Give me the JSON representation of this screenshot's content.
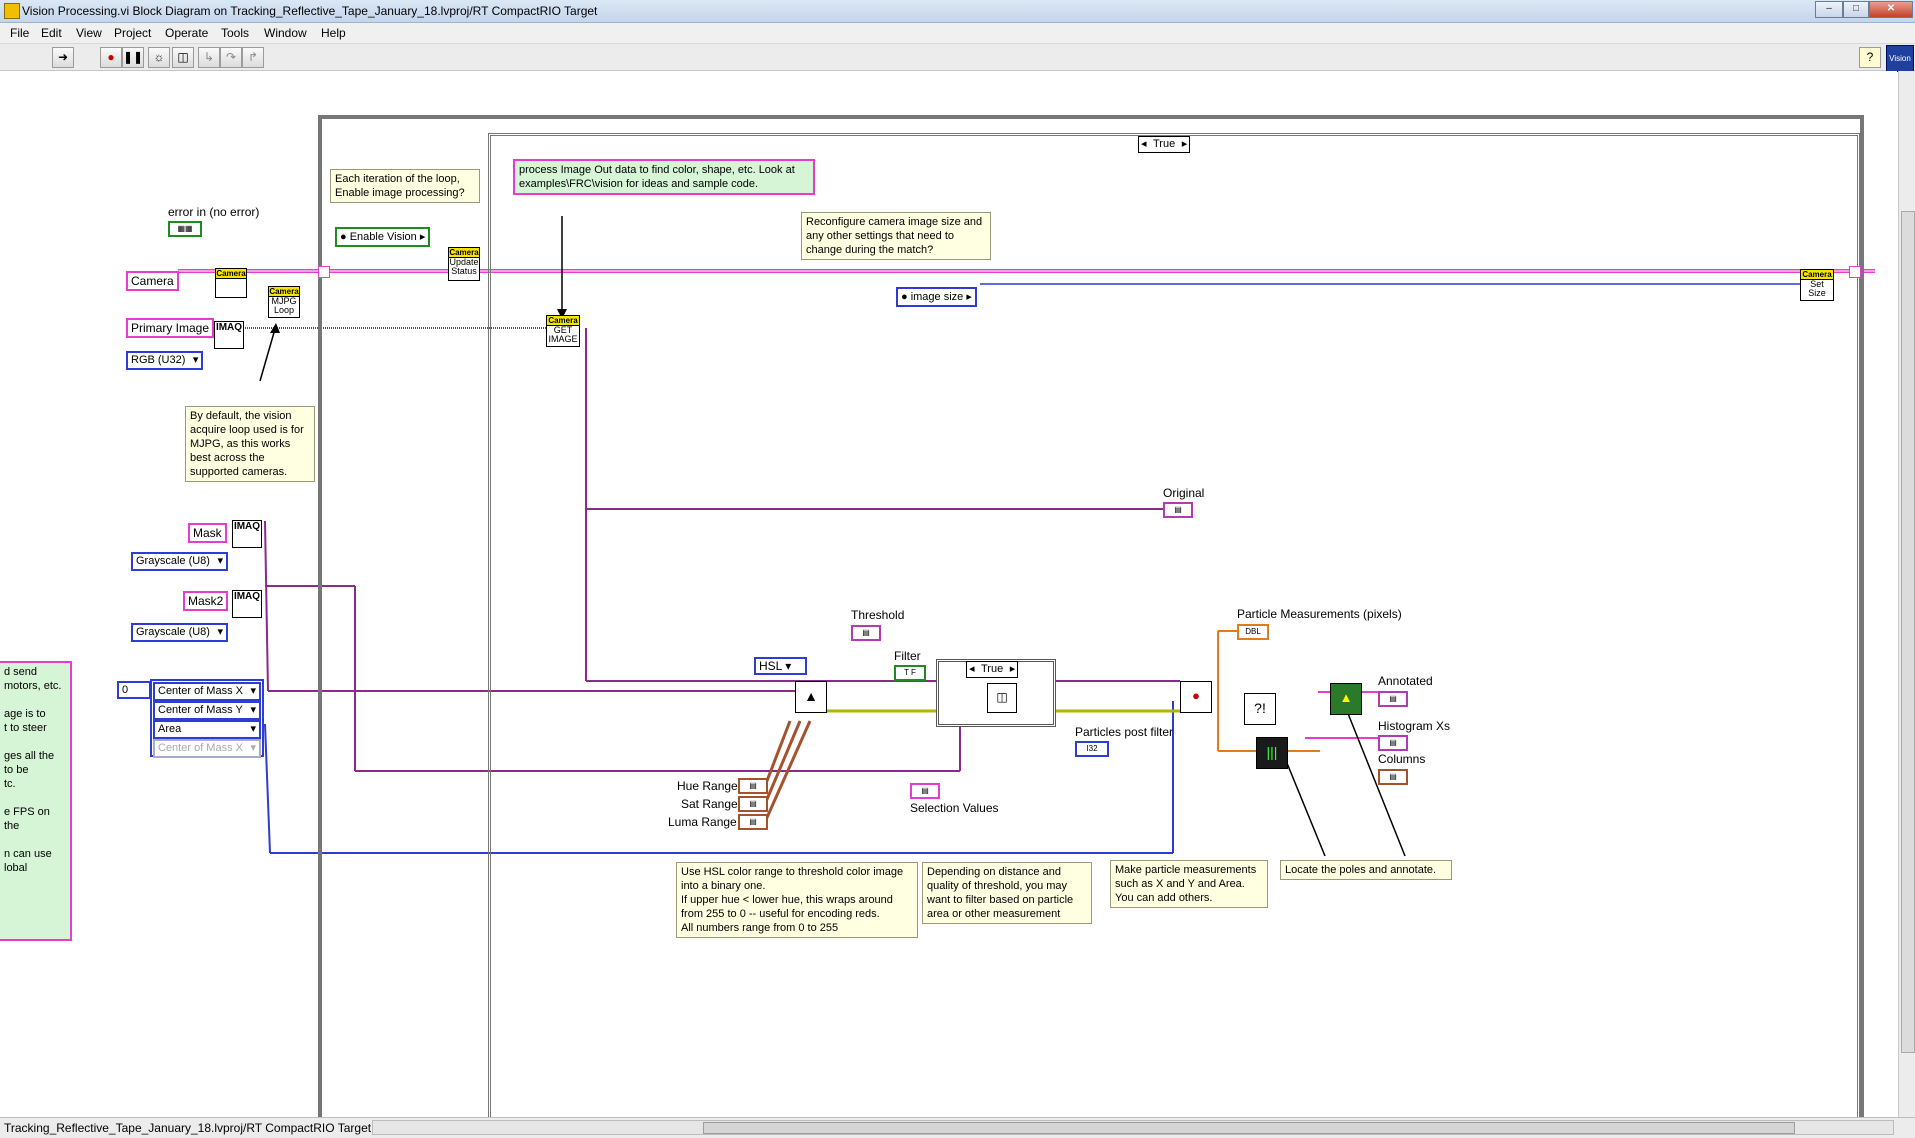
{
  "window": {
    "title": "Vision Processing.vi Block Diagram on Tracking_Reflective_Tape_January_18.lvproj/RT CompactRIO Target",
    "minimize": "–",
    "maximize": "□",
    "close": "✕"
  },
  "menu": [
    "File",
    "Edit",
    "View",
    "Project",
    "Operate",
    "Tools",
    "Window",
    "Help"
  ],
  "toolbar": {
    "run_icon": "run-arrow-icon",
    "abort_icon": "abort-icon",
    "pause_icon": "pause-icon",
    "highlight_icon": "highlight-execution-icon",
    "retain_icon": "retain-wire-values-icon",
    "step_into_icon": "step-into-icon",
    "step_over_icon": "step-over-icon",
    "step_out_icon": "step-out-icon",
    "help_icon": "context-help-icon",
    "vi_icon_label": "Vision"
  },
  "diagram": {
    "case_selector": "True",
    "inner_case_selector": "True",
    "controls": {
      "error_in": "error in (no error)",
      "enable_vision": "Enable Vision",
      "camera": "Camera",
      "primary_image": "Primary Image",
      "rgb": "RGB (U32)",
      "mask": "Mask",
      "mask_type": "Grayscale (U8)",
      "mask2": "Mask2",
      "mask2_type": "Grayscale (U8)",
      "index": "0",
      "measure_list": [
        "Center of Mass X",
        "Center of Mass Y",
        "Area",
        "Center of Mass X"
      ],
      "image_size": "image size",
      "hsl": "HSL",
      "filter": "Filter",
      "filter_value": "T F"
    },
    "subvis": {
      "camera_loop_top": "Camera",
      "camera_loop_body": "MJPG Loop",
      "update_status_top": "Camera",
      "update_status_body": "Update Status",
      "get_image_top": "Camera",
      "get_image_body": "GET IMAGE",
      "set_size_top": "Camera",
      "set_size_body": "Set Size",
      "imaq": "IMAQ"
    },
    "indicators": {
      "original": "Original",
      "threshold": "Threshold",
      "particle_measurements": "Particle Measurements (pixels)",
      "particles_post_filter": "Particles post filter",
      "annotated": "Annotated",
      "histogram_xs": "Histogram Xs",
      "columns": "Columns",
      "hue_range": "Hue Range",
      "sat_range": "Sat Range",
      "luma_range": "Luma Range",
      "selection_values": "Selection Values",
      "dbl": "DBL",
      "i32": "I32"
    },
    "notes": {
      "loop_note": "Each iteration of the loop, Enable image processing?",
      "process_note": "process Image Out data to find color, shape, etc.  Look at examples\\FRC\\vision for ideas and sample code.",
      "reconfigure_note": "Reconfigure camera image size and any other settings that need to change during the match?",
      "default_note": "By default, the vision acquire loop used is for MJPG, as this works best across the supported cameras.",
      "hsl_note": "Use HSL color range to threshold color image into a binary one.\nIf upper hue < lower hue, this wraps around from 255 to 0 -- useful for encoding reds.\nAll numbers range from 0 to 255",
      "filter_note": "Depending on distance and quality of threshold, you may want to filter based on particle area or other measurement",
      "measure_note": "Make particle measurements such as X and Y and Area. You can add others.",
      "locate_note": "Locate the poles and annotate.",
      "left_note": "d send\nmotors, etc.\n\nage is to\nt to steer\n\nges all the\nto be\ntc.\n\ne FPS on the\n\nn can use\nlobal"
    }
  },
  "status": {
    "path": "Tracking_Reflective_Tape_January_18.lvproj/RT CompactRIO Target"
  }
}
